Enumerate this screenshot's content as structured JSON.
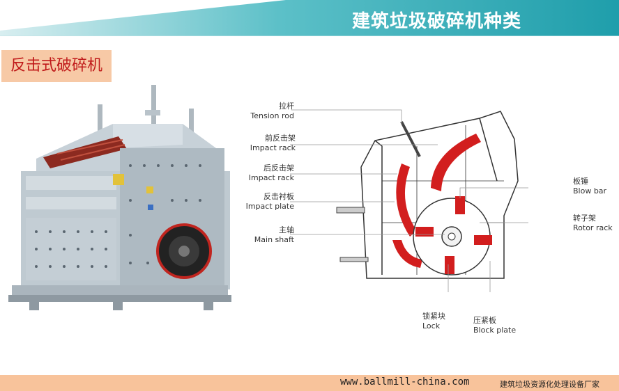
{
  "header": {
    "title": "建筑垃圾破碎机种类",
    "band_color": "#2aa7b3"
  },
  "section": {
    "title": "反击式破碎机"
  },
  "diagram": {
    "labels": {
      "tension_rod": {
        "zh": "拉杆",
        "en": "Tension rod"
      },
      "impact_rack_front": {
        "zh": "前反击架",
        "en": "Impact rack"
      },
      "impact_rack_rear": {
        "zh": "后反击架",
        "en": "Impact rack"
      },
      "impact_plate": {
        "zh": "反击衬板",
        "en": "Impact plate"
      },
      "main_shaft": {
        "zh": "主轴",
        "en": "Main shaft"
      },
      "blow_bar": {
        "zh": "板锤",
        "en": "Blow bar"
      },
      "rotor_rack": {
        "zh": "转子架",
        "en": "Rotor rack"
      },
      "lock": {
        "zh": "锁紧块",
        "en": "Lock"
      },
      "block_plate": {
        "zh": "压紧板",
        "en": "Block plate"
      }
    },
    "accent_color": "#d21e1e"
  },
  "footer": {
    "url": "www.ballmill-china.com",
    "subtitle": "建筑垃圾资源化处理设备厂家"
  }
}
